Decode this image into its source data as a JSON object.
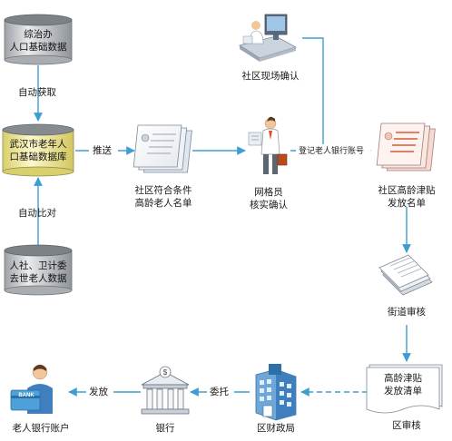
{
  "nodes": {
    "db_zonghe": {
      "line1": "综治办",
      "line2": "人口基础数据"
    },
    "db_wuhan": {
      "line1": "武汉市老年人",
      "line2": "口基础数据库"
    },
    "db_renshe": {
      "line1": "人社、卫计委",
      "line2": "去世老人数据"
    },
    "community_list": {
      "line1": "社区符合条件",
      "line2": "高龄老人名单"
    },
    "grid_staff": {
      "line1": "网格员",
      "line2": "核实确认"
    },
    "community_confirm": {
      "line1": "社区现场确认"
    },
    "subsidy_list": {
      "line1": "社区高龄津贴",
      "line2": "发放名单"
    },
    "street_review": {
      "line1": "街道审核"
    },
    "district_review": {
      "doc_line1": "高龄津贴",
      "doc_line2": "发放清单",
      "label": "区审核"
    },
    "finance": {
      "label": "区财政局"
    },
    "bank": {
      "label": "银行"
    },
    "account": {
      "label": "老人银行账户",
      "card_text": "BANK"
    }
  },
  "edges": {
    "auto_fetch": "自动获取",
    "auto_compare": "自动比对",
    "push": "推送",
    "register_account": "登记老人银行账号",
    "entrust": "委托",
    "issue": "发放"
  },
  "colors": {
    "arrow": "#3d9fd1",
    "cylinder_top": "#8b8f94",
    "cylinder_side": "#c9ccd0",
    "cylinder_center_fill": "#fbf6c0"
  }
}
